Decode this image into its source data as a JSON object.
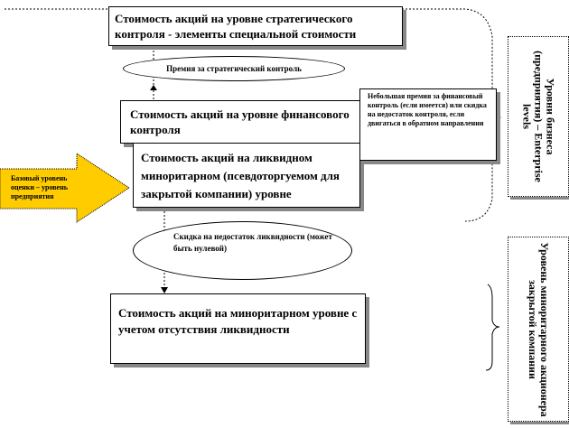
{
  "boxes": {
    "strategic": "Стоимость акций на уровне стратегического контроля - элементы специальной стоимости",
    "financial": "Стоимость акций на уровне финансового контроля",
    "liquid": "Стоимость акций на ликвидном миноритарном (псевдоторгуемом для закрытой компании) уровне",
    "illiquid": "Стоимость акций на миноритарном уровне с учетом отсутствия ликвидности"
  },
  "ellipses": {
    "strategic_premium": "Премия за стратегический контроль",
    "liquidity_discount": "Скидка на недостаток ликвидности (может быть нулевой)"
  },
  "callout": "Небольшая премия за финансовый контроль (если имеется) или скидка на недостаток контроля, если двигаться в обратном направлении",
  "base_arrow": "Базовый уровень оценки – уровень предприятия",
  "side_labels": {
    "enterprise": "Уровни бизнеса (предприятия) – Enterprise levels",
    "minority": "Уровень миноритарного акционера закрытой компании"
  }
}
